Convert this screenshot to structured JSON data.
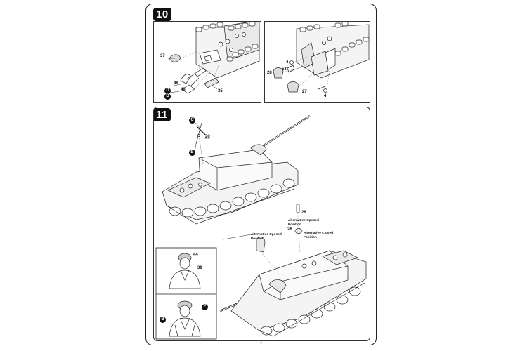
{
  "step10": {
    "number": "10",
    "left_parts": [
      "37",
      "48",
      "48",
      "35"
    ],
    "left_letters": [
      "D",
      "D"
    ],
    "right_parts": [
      "4",
      "53",
      "28",
      "27",
      "4"
    ]
  },
  "step11": {
    "number": "11",
    "upper_letters": [
      "C",
      "B"
    ],
    "upper_part": "20",
    "hatch_parts": [
      "26",
      "26"
    ],
    "alt_open_1": "Alternative Opened Position",
    "alt_open_2": "Alternative Opened Position",
    "alt_closed": "Alternative Closed Position",
    "crew_parts": [
      "44",
      "39"
    ],
    "crew_letters": [
      "B",
      "E"
    ]
  },
  "page_number": "4",
  "colors": {
    "ink": "#111111",
    "badge": "#111111",
    "paper": "#ffffff"
  }
}
